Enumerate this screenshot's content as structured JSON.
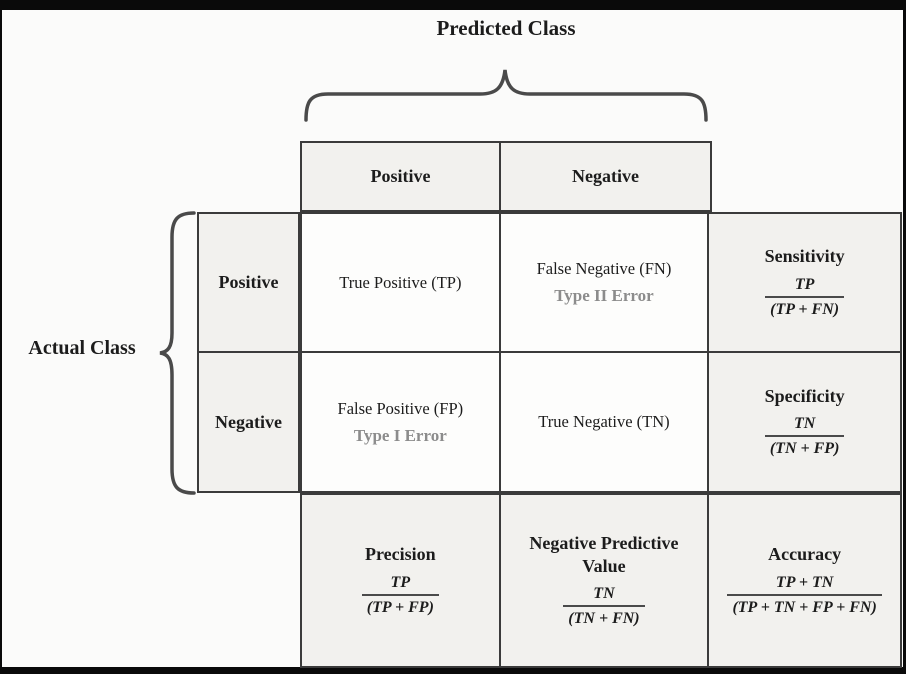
{
  "predicted": {
    "title": "Predicted Class",
    "cols": [
      "Positive",
      "Negative"
    ]
  },
  "actual": {
    "title": "Actual Class",
    "rows": [
      "Positive",
      "Negative"
    ]
  },
  "cells": {
    "tp": {
      "label": "True Positive (TP)"
    },
    "fn": {
      "label": "False Negative (FN)",
      "error": "Type II Error"
    },
    "fp": {
      "label": "False Positive (FP)",
      "error": "Type I Error"
    },
    "tn": {
      "label": "True Negative (TN)"
    }
  },
  "metrics": {
    "sensitivity": {
      "label": "Sensitivity",
      "num": "TP",
      "den": "(TP + FN)"
    },
    "specificity": {
      "label": "Specificity",
      "num": "TN",
      "den": "(TN + FP)"
    },
    "precision": {
      "label": "Precision",
      "num": "TP",
      "den": "(TP + FP)"
    },
    "npv": {
      "label": "Negative Predictive Value",
      "num": "TN",
      "den": "(TN + FN)"
    },
    "accuracy": {
      "label": "Accuracy",
      "num": "TP + TN",
      "den": "(TP + TN + FP + FN)"
    }
  },
  "colors": {
    "cell_gray": "#f2f1ee",
    "cell_white": "#fdfdfc",
    "border": "#3b3b3b",
    "error_text": "#8c8c8c",
    "text": "#1c1c1c",
    "frame": "#0a0a0a"
  }
}
